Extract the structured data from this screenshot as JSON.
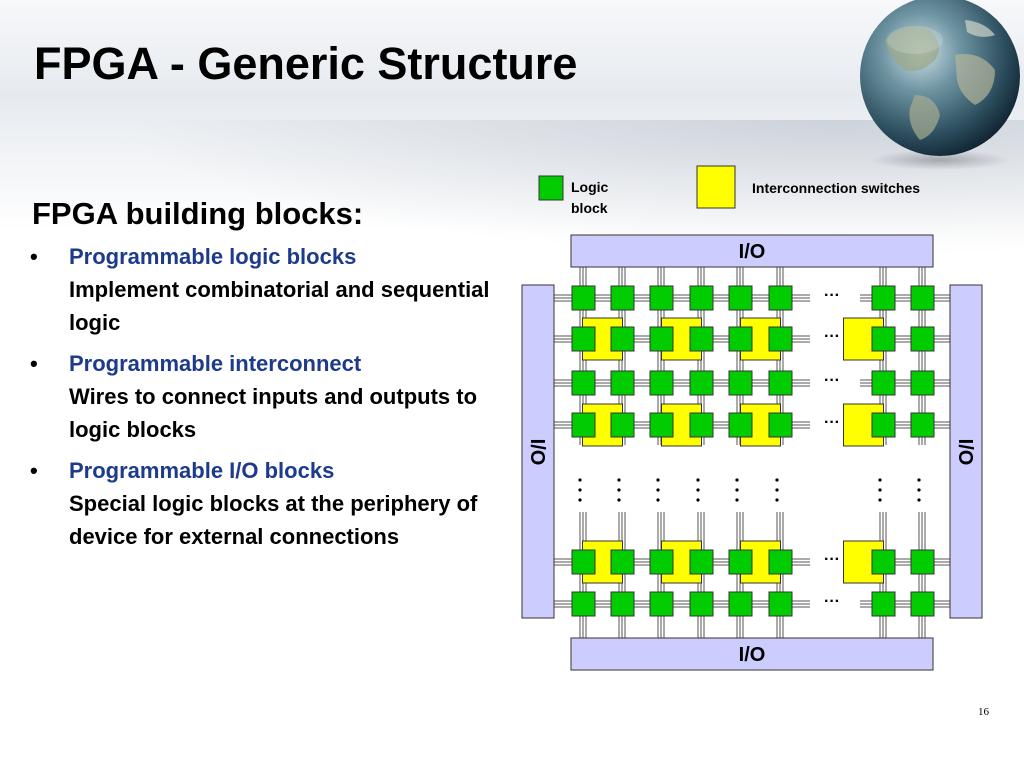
{
  "slide": {
    "title": "FPGA - Generic Structure",
    "subheading": "FPGA building blocks:",
    "bullets": [
      {
        "marker": "•",
        "head": "Programmable logic blocks",
        "body": "Implement combinatorial and sequential logic"
      },
      {
        "marker": "•",
        "head": "Programmable interconnect",
        "body": "Wires to connect inputs and outputs to logic blocks"
      },
      {
        "marker": "•",
        "head": "Programmable I/O blocks",
        "body": "Special logic blocks at the periphery of device for external connections"
      }
    ],
    "page_number": "16"
  },
  "diagram": {
    "legend": {
      "logic_block_line1": "Logic",
      "logic_block_line2": "block",
      "interconnect": "Interconnection switches"
    },
    "io": {
      "top": "I/O",
      "bottom": "I/O",
      "left": "I/O",
      "right": "I/O"
    },
    "ellipsis_h": "···",
    "colors": {
      "logic_block": "#00cc00",
      "switch": "#ffff00",
      "io_block": "#ccccff",
      "wire": "#555555",
      "title_blue": "#1d3b8a"
    }
  },
  "decor": {
    "globe_icon": "globe-icon"
  }
}
